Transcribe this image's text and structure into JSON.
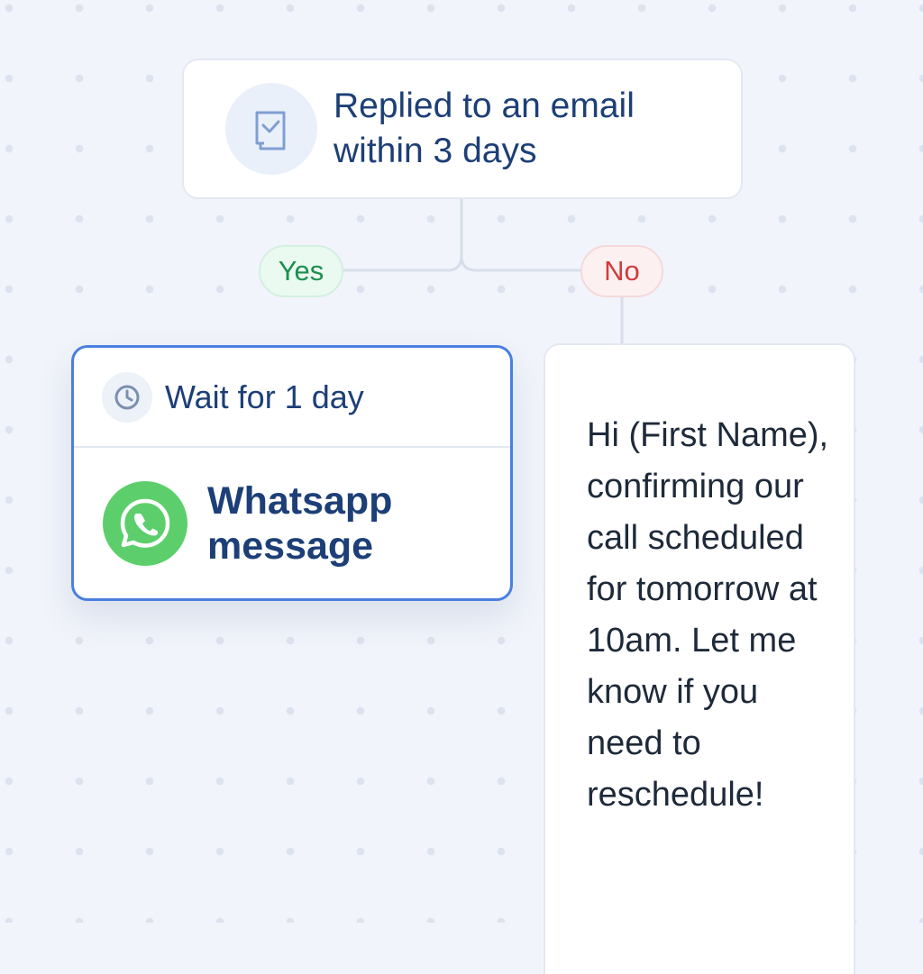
{
  "trigger": {
    "title": "Replied to an email within 3 days",
    "icon": "email-reply-icon"
  },
  "branches": {
    "yes_label": "Yes",
    "no_label": "No",
    "yes_color": "#1e8e4e",
    "no_color": "#d03c3c"
  },
  "wait_step": {
    "label": "Wait for 1 day",
    "icon": "clock-icon",
    "action_label": "Whatsapp message",
    "action_icon": "whatsapp-icon",
    "whatsapp_color": "#5ccf6c",
    "border_color": "#4a7fe0"
  },
  "message_step": {
    "text": "Hi (First Name), confirming our call scheduled for tomorrow at 10am. Let me know if you need to reschedule!"
  },
  "theme": {
    "title_color": "#1d3f77",
    "background": "#f1f4fa"
  }
}
